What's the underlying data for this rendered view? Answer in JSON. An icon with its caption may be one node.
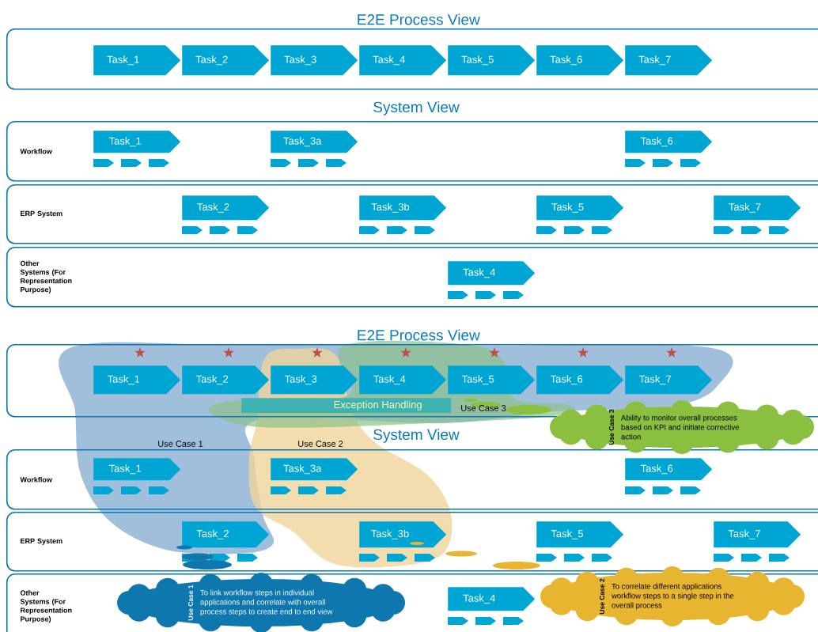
{
  "diagram": {
    "nodes": [
      {
        "text": [
          "E2E Process View"
        ]
      },
      {
        "text": [
          "Task_1"
        ],
        "in": 0
      },
      {
        "text": [
          "Task_2"
        ],
        "in": 0
      },
      {
        "text": [
          "Task_3"
        ],
        "in": 0
      },
      {
        "text": [
          "Task_4"
        ],
        "in": 0
      },
      {
        "text": [
          "Task_5"
        ],
        "in": 0
      },
      {
        "text": [
          "Task_6"
        ],
        "in": 0
      },
      {
        "text": [
          "Task_7"
        ],
        "in": 0
      },
      {
        "text": [
          "Workflow"
        ]
      },
      {
        "text": [
          "Task_1"
        ],
        "in": 8
      },
      {
        "text": [
          "Task_3a"
        ],
        "in": 8
      },
      {
        "text": [
          "Task_6"
        ],
        "in": 8
      },
      {
        "text": [
          "ERP System"
        ]
      },
      {
        "text": [
          "Task_2"
        ],
        "in": 12
      },
      {
        "text": [
          "Task_3b"
        ],
        "in": 12
      },
      {
        "text": [
          "Task_5"
        ],
        "in": 12
      },
      {
        "text": [
          "Task_7"
        ],
        "in": 12
      },
      {
        "text": [
          "Other Systems (For Representation Purpose)"
        ]
      },
      {
        "text": [
          "Task_4"
        ],
        "in": 17
      },
      {
        "text": [
          "E2E Process View"
        ]
      },
      {
        "text": [
          "Task_1"
        ],
        "in": 19
      },
      {
        "text": [
          "Task_2"
        ],
        "in": 19
      },
      {
        "text": [
          "Task_3"
        ],
        "in": 19
      },
      {
        "text": [
          "Task_4"
        ],
        "in": 19
      },
      {
        "text": [
          "Task_5"
        ],
        "in": 19
      },
      {
        "text": [
          "Task_6"
        ],
        "in": 19
      },
      {
        "text": [
          "Task_7"
        ],
        "in": 19
      },
      {
        "text": [
          "Exception Handling"
        ],
        "in": 19
      },
      {
        "text": [
          "Workflow"
        ]
      },
      {
        "text": [
          "Task_1"
        ],
        "in": 28
      },
      {
        "text": [
          "Task_3a"
        ],
        "in": 28
      },
      {
        "text": [
          "Task_6"
        ],
        "in": 28
      },
      {
        "text": [
          "ERP System"
        ]
      },
      {
        "text": [
          "Task_2"
        ],
        "in": 32
      },
      {
        "text": [
          "Task_3b"
        ],
        "in": 32
      },
      {
        "text": [
          "Task_5"
        ],
        "in": 32
      },
      {
        "text": [
          "Task_7"
        ],
        "in": 32
      },
      {
        "text": [
          "Other Systems (For Representation Purpose)"
        ]
      },
      {
        "text": [
          "Task_4"
        ],
        "in": 37
      },
      {
        "text": [
          "Use Case 3",
          "Ability to monitor overall processes based on KPI and initiate corrective action"
        ]
      },
      {
        "text": [
          "Use Case 1",
          "To link workflow steps in individual applications and correlate with overall process steps to create end to end view"
        ],
        "in": 37
      },
      {
        "text": [
          "Use Case 2",
          "To correlate different applications workflow steps to a single step in the overall process"
        ],
        "in": 37
      }
    ],
    "labels": [
      "System View",
      "System View",
      "Use Case 1",
      "Use Case 2",
      "Use Case 3"
    ]
  }
}
